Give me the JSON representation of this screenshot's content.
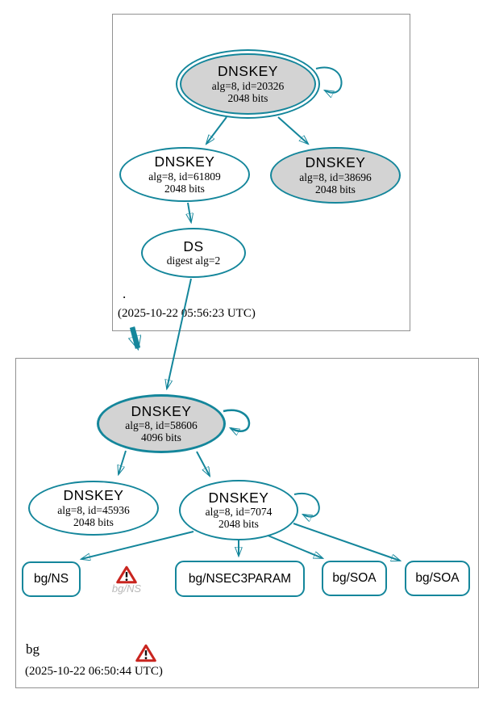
{
  "colors": {
    "edge": "#14869b",
    "ksk-fill": "#d3d3d3",
    "node-fill": "#ffffff",
    "warning": "#c9251f",
    "muted": "#b9b9b9",
    "zone-border": "#919191"
  },
  "zones": {
    "root": {
      "label": ".",
      "timestamp": "(2025-10-22 05:56:23 UTC)",
      "nodes": {
        "ksk": {
          "title": "DNSKEY",
          "detail": "alg=8, id=20326",
          "bits": "2048 bits"
        },
        "zsk": {
          "title": "DNSKEY",
          "detail": "alg=8, id=61809",
          "bits": "2048 bits"
        },
        "key3": {
          "title": "DNSKEY",
          "detail": "alg=8, id=38696",
          "bits": "2048 bits"
        },
        "ds": {
          "title": "DS",
          "detail": "digest alg=2"
        }
      }
    },
    "bg": {
      "label": "bg",
      "timestamp": "(2025-10-22 06:50:44 UTC)",
      "nodes": {
        "ksk": {
          "title": "DNSKEY",
          "detail": "alg=8, id=58606",
          "bits": "4096 bits"
        },
        "zsk1": {
          "title": "DNSKEY",
          "detail": "alg=8, id=45936",
          "bits": "2048 bits"
        },
        "zsk2": {
          "title": "DNSKEY",
          "detail": "alg=8, id=7074",
          "bits": "2048 bits"
        }
      },
      "rrsets": [
        {
          "label": "bg/NS"
        },
        {
          "label": "bg/NSEC3PARAM"
        },
        {
          "label": "bg/SOA"
        },
        {
          "label": "bg/SOA"
        }
      ],
      "warning_rrset": {
        "label": "bg/NS"
      }
    }
  }
}
